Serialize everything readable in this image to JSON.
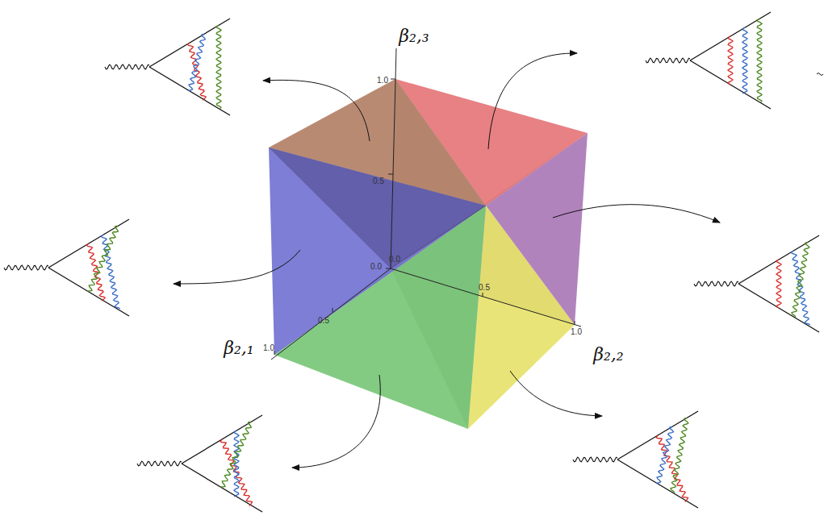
{
  "diagram": {
    "labels": [
      "β₂,₃",
      "1.0",
      "0.5",
      "0.0",
      "0.0",
      "β₂,₁",
      "0.5",
      "1.0",
      "0.5",
      "1.0",
      "β₂,₂"
    ]
  }
}
